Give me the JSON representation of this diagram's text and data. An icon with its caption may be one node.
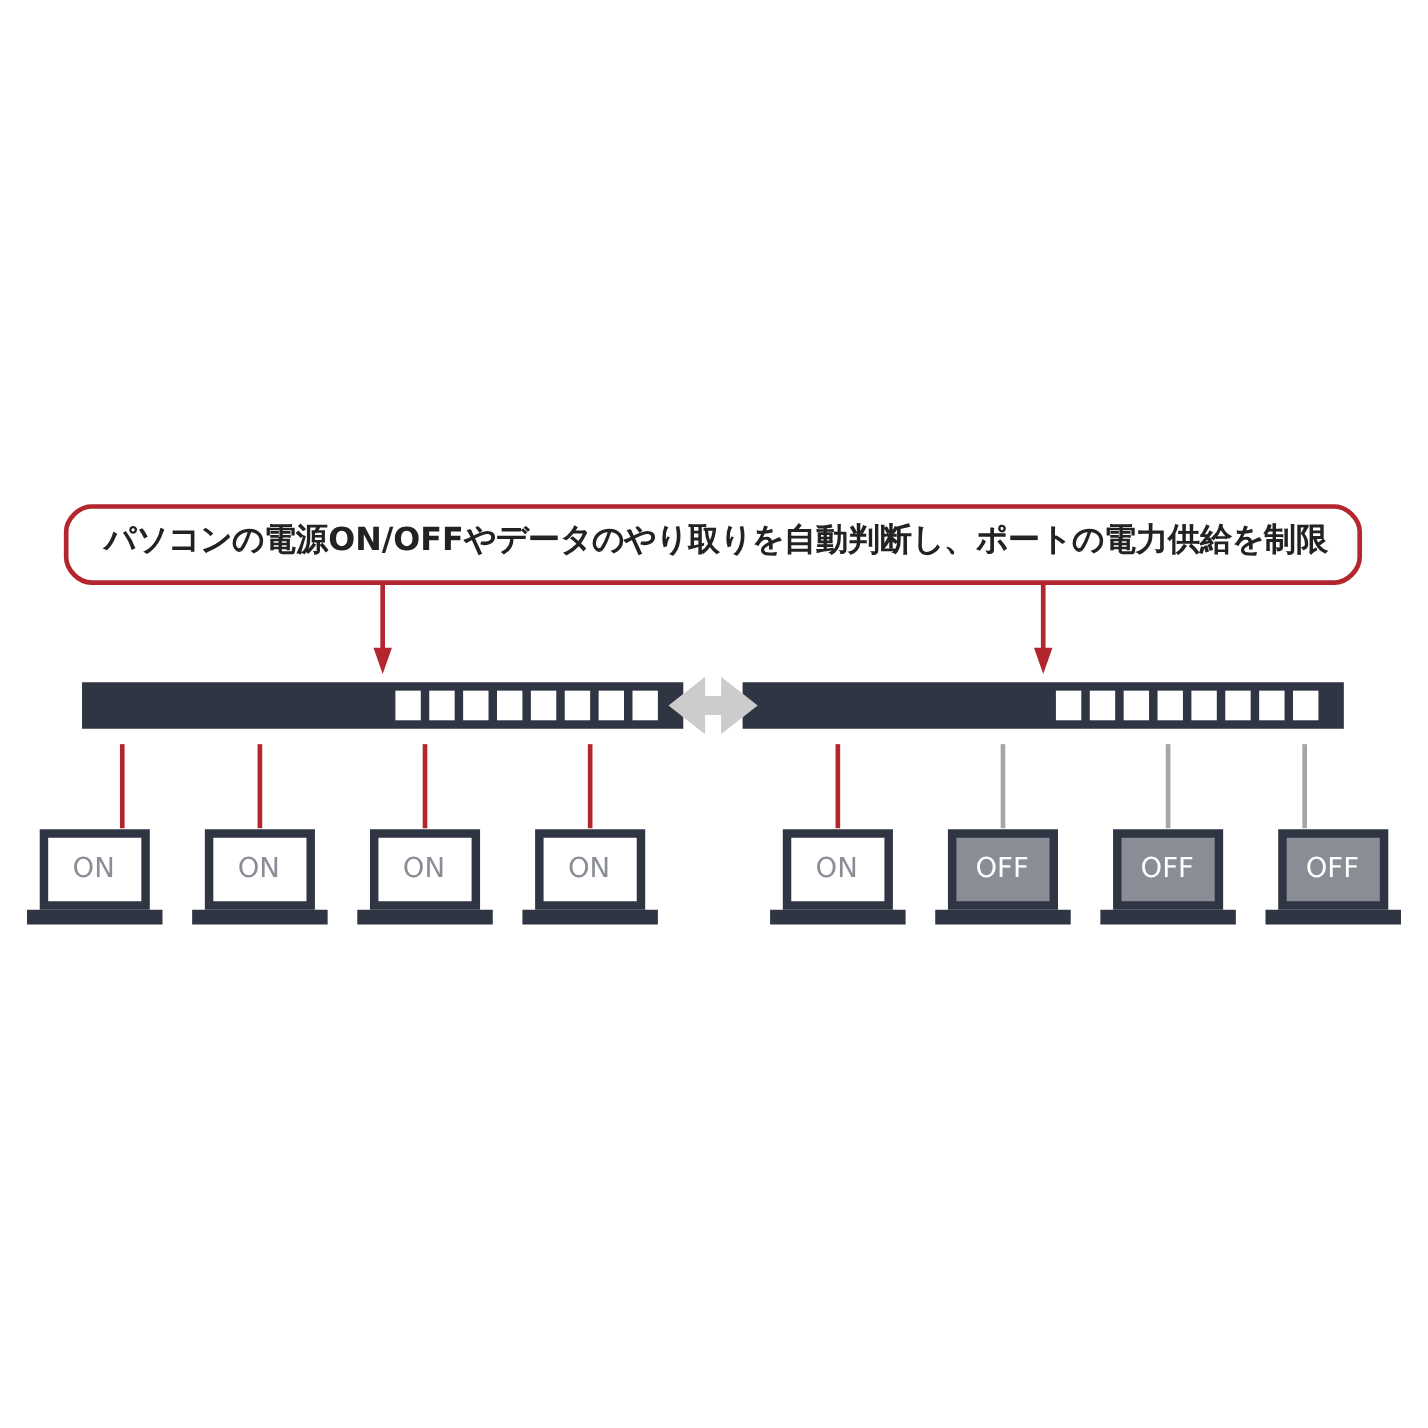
{
  "diagram": {
    "nodes": [
      {
        "text": [
          "パソコンの電源ON/OFFやデータのやり取りを自動判断し、ポートの電力供給を制限"
        ]
      },
      {
        "text": [],
        "shape": "box"
      },
      {
        "text": [],
        "shape": "box"
      },
      {
        "text": [
          "ON"
        ]
      },
      {
        "text": [
          "ON"
        ]
      },
      {
        "text": [
          "ON"
        ]
      },
      {
        "text": [
          "ON"
        ]
      },
      {
        "text": [
          "ON"
        ]
      },
      {
        "text": [
          "OFF"
        ]
      },
      {
        "text": [
          "OFF"
        ]
      },
      {
        "text": [
          "OFF"
        ]
      }
    ],
    "edges": [
      {
        "from": 0,
        "to": 1,
        "arrow": "to"
      },
      {
        "from": 0,
        "to": 2,
        "arrow": "to"
      },
      {
        "from": 1,
        "to": 2,
        "arrow": "both",
        "style": "thick",
        "color": "#cccccc"
      },
      {
        "from": 1,
        "to": 3,
        "arrow": "none"
      },
      {
        "from": 1,
        "to": 4,
        "arrow": "none"
      },
      {
        "from": 1,
        "to": 5,
        "arrow": "none"
      },
      {
        "from": 1,
        "to": 6,
        "arrow": "none"
      },
      {
        "from": 2,
        "to": 7,
        "arrow": "none"
      },
      {
        "from": 2,
        "to": 8,
        "arrow": "none",
        "color": "#a6a6a6"
      },
      {
        "from": 2,
        "to": 9,
        "arrow": "none",
        "color": "#a6a6a6"
      },
      {
        "from": 2,
        "to": 10,
        "arrow": "none",
        "color": "#a6a6a6"
      }
    ]
  }
}
